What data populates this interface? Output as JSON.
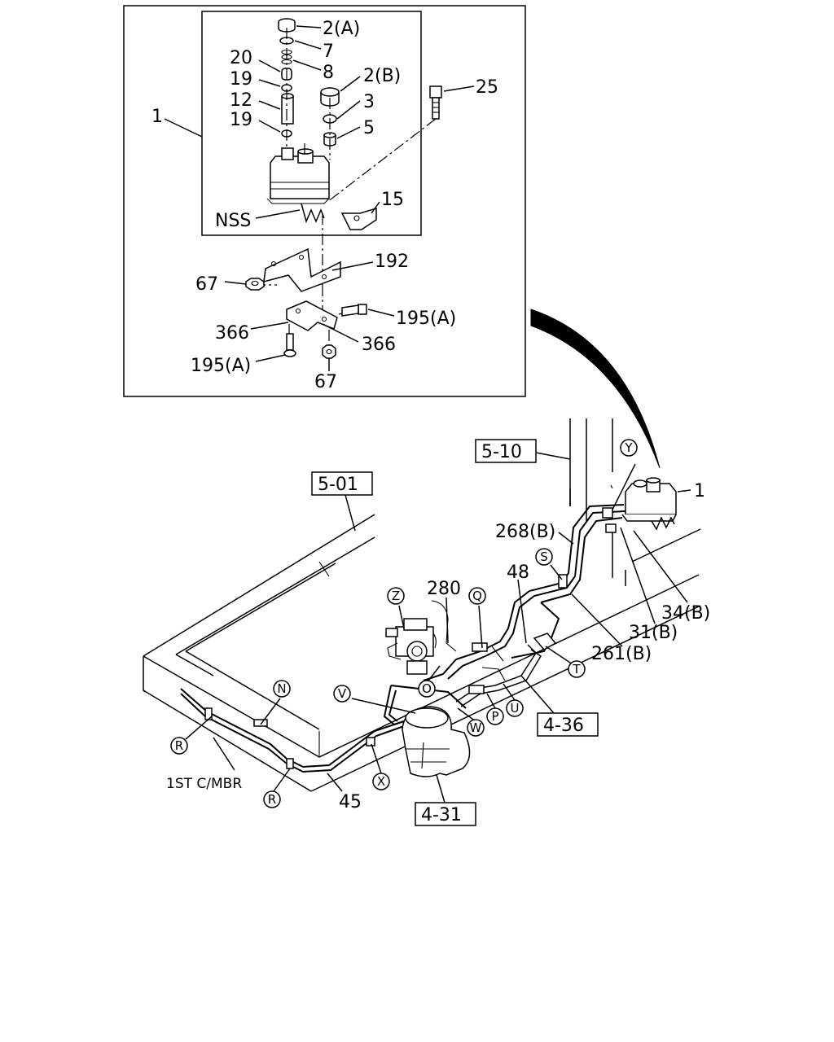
{
  "inset": {
    "callouts": {
      "c1": "1",
      "c2a": "2(A)",
      "c7": "7",
      "c8": "8",
      "c20": "20",
      "c19a": "19",
      "c2b": "2(B)",
      "c3": "3",
      "c12": "12",
      "c19b": "19",
      "c5": "5",
      "c25": "25",
      "c15": "15",
      "cnss": "NSS",
      "c192": "192",
      "c67a": "67",
      "c195a": "195(A)",
      "c366a": "366",
      "c366b": "366",
      "c195b": "195(A)",
      "c67b": "67"
    }
  },
  "main": {
    "refs": {
      "r510": "5-10",
      "r501": "5-01",
      "r436": "4-36",
      "r431": "4-31"
    },
    "callouts": {
      "c1": "1",
      "c268b": "268(B)",
      "c48": "48",
      "c280": "280",
      "c34b": "34(B)",
      "c31b": "31(B)",
      "c261b": "261(B)",
      "c45": "45",
      "c1stcmbr": "1ST C/MBR"
    },
    "markers": {
      "y": "Y",
      "s": "S",
      "z": "Z",
      "q": "Q",
      "o": "O",
      "t": "T",
      "n": "N",
      "v": "V",
      "u": "U",
      "p": "P",
      "w": "W",
      "r1": "R",
      "r2": "R",
      "x": "X"
    }
  }
}
